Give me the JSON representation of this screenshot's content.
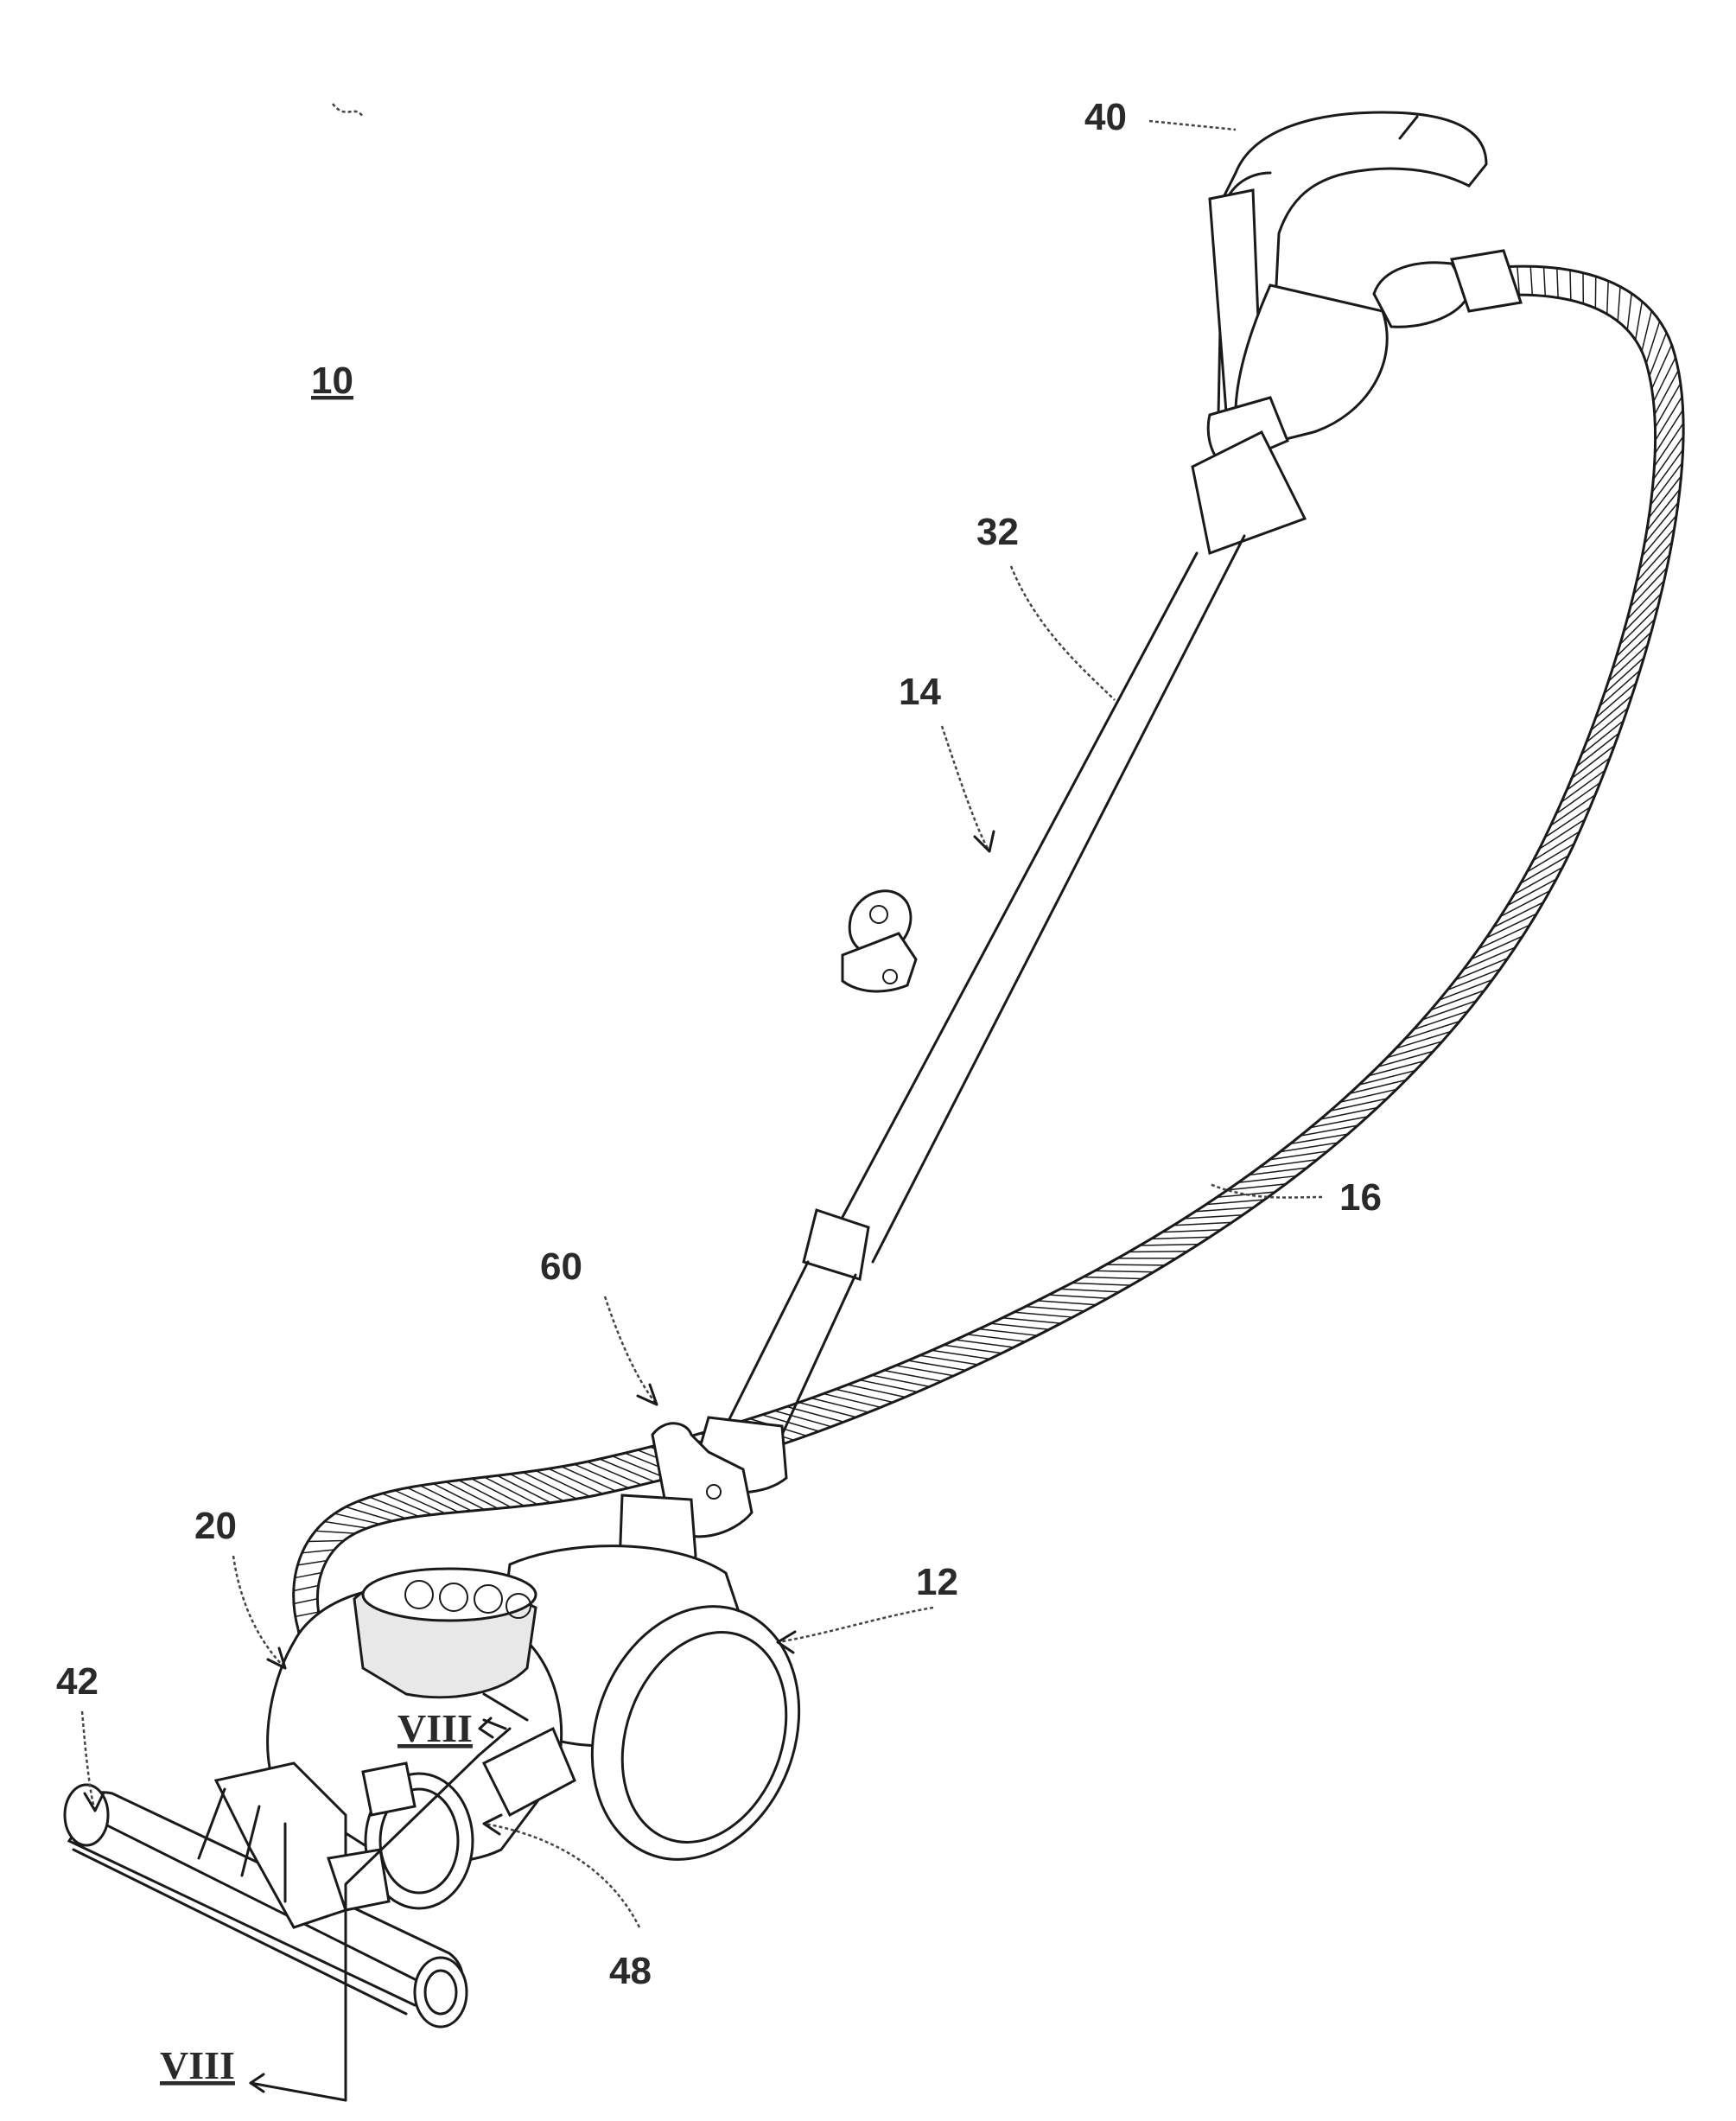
{
  "figure": {
    "labels": {
      "ref_10": "10",
      "ref_12": "12",
      "ref_14": "14",
      "ref_16": "16",
      "ref_20": "20",
      "ref_32": "32",
      "ref_40": "40",
      "ref_42": "42",
      "ref_48": "48",
      "ref_60": "60",
      "section_upper": "VIII",
      "section_lower": "VIII"
    },
    "colors": {
      "line": "#1a1a1a",
      "background": "#ffffff"
    }
  }
}
